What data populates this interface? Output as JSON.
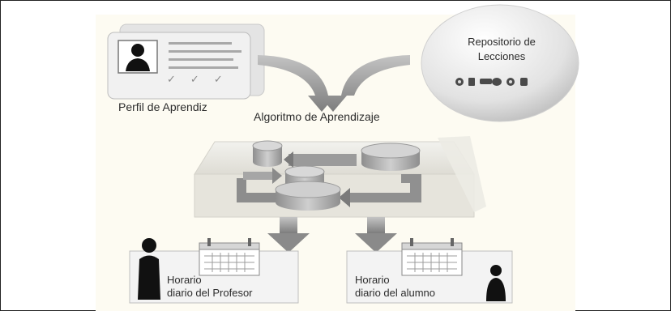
{
  "diagram": {
    "profile_label": "Perfil de Aprendiz",
    "repository": {
      "line1": "Repositorio de",
      "line2": "Lecciones"
    },
    "algorithm_label": "Algoritmo de Aprendizaje",
    "teacher_schedule": {
      "line1": "Horario",
      "line2": "diario del Profesor"
    },
    "student_schedule": {
      "line1": "Horario",
      "line2": "diario del alumno"
    },
    "checkmarks": [
      "✓",
      "✓",
      "✓"
    ]
  },
  "colors": {
    "panel_bg": "#fdfbf2",
    "card_fill": "#f1f1f1",
    "card_border": "#bdbdbd",
    "arrow_gray": "#9a9a9a",
    "cylinder_gray": "#b9b9b9",
    "text": "#2c2c2c"
  },
  "icons": [
    "person-icon",
    "calendar-icon",
    "media-icons",
    "arrow-icon",
    "cylinder-icon"
  ]
}
